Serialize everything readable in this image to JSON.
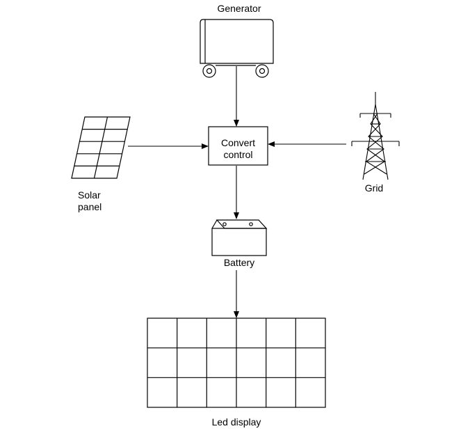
{
  "labels": {
    "generator": "Generator",
    "convert_line1": "Convert",
    "convert_line2": "control",
    "solar_line1": "Solar",
    "solar_line2": "panel",
    "grid": "Grid",
    "battery": "Battery",
    "led": "Led display"
  },
  "colors": {
    "stroke": "#000000",
    "background": "#ffffff"
  }
}
